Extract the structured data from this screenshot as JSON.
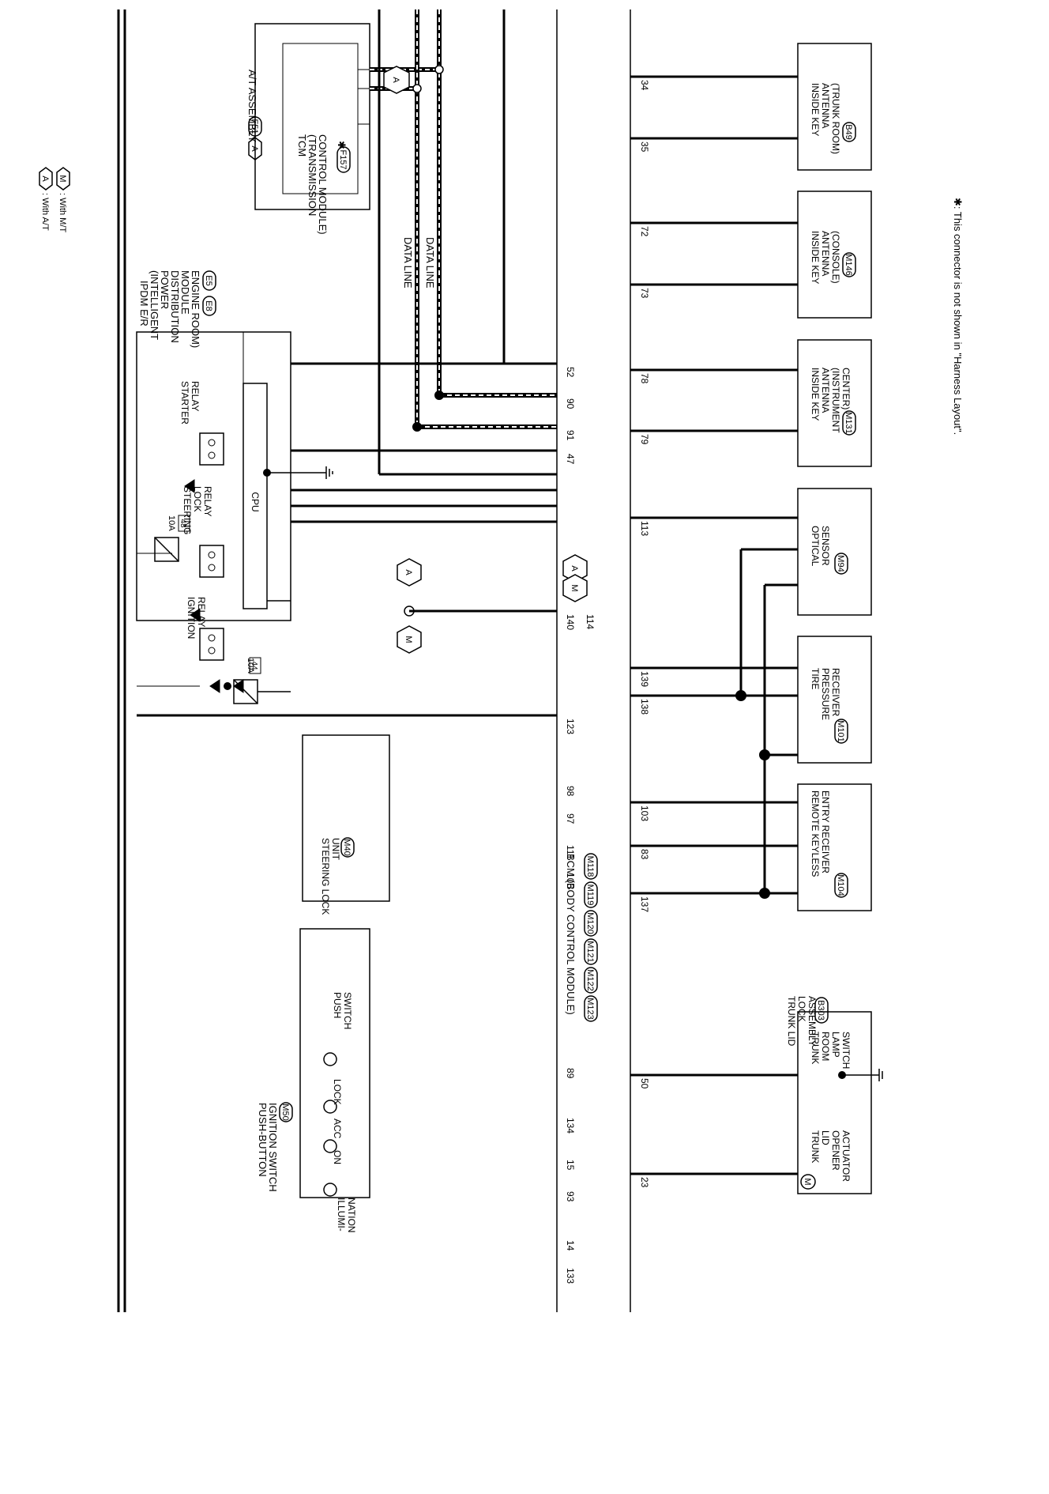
{
  "legend": {
    "a_code": "A",
    "a_text": ": With A/T",
    "m_code": "M",
    "m_text": ": With M/T"
  },
  "footnote": "✱: This connector is not shown in \"Harness Layout\".",
  "bcm": {
    "label": "BCM (BODY CONTROL MODULE)",
    "connectors": [
      "M118",
      "M119",
      "M120",
      "M121",
      "M122",
      "M123"
    ],
    "pins_upper": [
      "133",
      "14",
      "93",
      "15",
      "134",
      "89",
      "106",
      "111",
      "97",
      "98",
      "123",
      "140",
      "114",
      "47",
      "91",
      "90",
      "52"
    ],
    "pins_lower": [
      "23",
      "50",
      "137",
      "83",
      "103",
      "138",
      "139",
      "113",
      "79",
      "78",
      "73",
      "72",
      "35",
      "34"
    ],
    "code_a": "A",
    "code_m": "M"
  },
  "push_switch": {
    "title1": "PUSH-BUTTON",
    "title2": "IGNITION SWITCH",
    "connector": "M50",
    "illum1": "ILLUMI-",
    "illum2": "NATION",
    "on": "ON",
    "acc": "ACC",
    "lock": "LOCK",
    "push1": "PUSH",
    "push2": "SWITCH"
  },
  "steering_lock": {
    "l1": "STEERING LOCK",
    "l2": "UNIT",
    "connector": "M40"
  },
  "ipdm": {
    "l1": "IPDM E/R",
    "l2": "(INTELLIGENT",
    "l3": "POWER",
    "l4": "DISTRIBUTION",
    "l5": "MODULE",
    "l6": "ENGINE ROOM)",
    "conn1": "E5",
    "conn2": "E8",
    "starter1": "STARTER",
    "starter2": "RELAY",
    "steer1": "STEERING",
    "steer2": "LOCK",
    "steer3": "RELAY",
    "ign1": "IGNITION",
    "ign2": "RELAY",
    "cpu": "CPU",
    "fuse1_amp": "10A",
    "fuse1_no": "48",
    "fuse2_amp": "10A",
    "fuse2_no": "44"
  },
  "at_assembly": {
    "title": "A/T ASSEMBLY",
    "connector": "F51",
    "code": "A",
    "tcm1": "TCM",
    "tcm2": "(TRANSMISSION",
    "tcm3": "CONTROL MODULE)",
    "star": "✱",
    "tcm_connector": "F157"
  },
  "data_line_1": "DATA LINE",
  "data_line_2": "DATA LINE",
  "junction_a": "A",
  "junction_m": "M",
  "junction_a2": "A",
  "antenna_trunk": {
    "l1": "INSIDE KEY",
    "l2": "ANTENNA",
    "l3": "(TRUNK ROOM)",
    "connector": "B49"
  },
  "antenna_console": {
    "l1": "INSIDE KEY",
    "l2": "ANTENNA",
    "l3": "(CONSOLE)",
    "connector": "M146"
  },
  "antenna_instrument": {
    "l1": "INSIDE KEY",
    "l2": "ANTENNA",
    "l3": "(INSTRUMENT",
    "l4": "CENTER)",
    "connector": "M131"
  },
  "optical": {
    "l1": "OPTICAL",
    "l2": "SENSOR",
    "connector": "M94"
  },
  "tire": {
    "l1": "TIRE",
    "l2": "PRESSURE",
    "l3": "RECEIVER",
    "connector": "M101"
  },
  "rke": {
    "l1": "REMOTE KEYLESS",
    "l2": "ENTRY RECEIVER",
    "connector": "M104"
  },
  "trunk_lid": {
    "title1": "TRUNK LID",
    "title2": "LOCK",
    "title3": "ASSEMBLY",
    "connector": "B303",
    "act1": "TRUNK",
    "act2": "LID",
    "act3": "OPENER",
    "act4": "ACTUATOR",
    "sw1": "TRUNK",
    "sw2": "ROOM",
    "sw3": "LAMP",
    "sw4": "SWITCH",
    "motor": "M"
  }
}
